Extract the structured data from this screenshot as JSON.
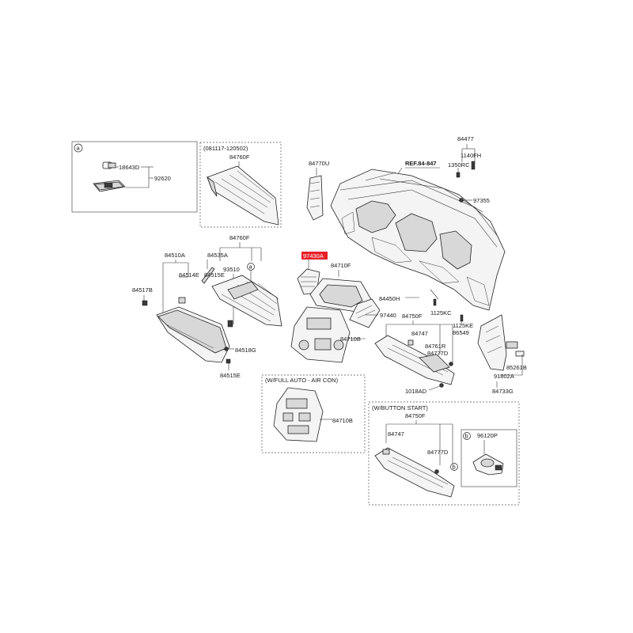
{
  "labels": {
    "callout_a": "a",
    "callout_b": "b",
    "p18643d": "18643D",
    "p92620": "92620",
    "date_range": "(081117-120502)",
    "p84760f_top": "84760F",
    "p84770u": "84770U",
    "ref": "REF.84-847",
    "p84477": "84477",
    "p1140fh": "1140FH",
    "p1350rc": "1350RC",
    "p97355": "97355",
    "p84760f_mid": "84760F",
    "p84510a": "84510A",
    "p84535a": "84535A",
    "p84515e_1": "84515E",
    "p93510": "93510",
    "p84514e": "84514E",
    "p84517b": "84517B",
    "p84518g": "84518G",
    "p84515e_2": "84515E",
    "p97430a": "97430A",
    "p84710f": "84710F",
    "p84450h": "84450H",
    "p1125kc": "1125KC",
    "p97440": "97440",
    "p84750f": "84750F",
    "p84710b": "84710B",
    "p84747": "84747",
    "p84761r": "84761R",
    "p84777d": "84777D",
    "p1125ke": "1125KE",
    "p86549": "86549",
    "p85261b": "85261B",
    "p91802a": "91802A",
    "p84733g": "84733G",
    "p1018ad": "1018AD",
    "full_auto": "(W/FULL AUTO - AIR CON)",
    "p84710b_2": "84710B",
    "button_start": "(W/BUTTON START)",
    "p84750f_2": "84750F",
    "p84747_2": "84747",
    "p84777d_2": "84777D",
    "p96120p": "96120P"
  },
  "colors": {
    "highlight": "#e8202a",
    "ink": "#1a1a1a"
  }
}
